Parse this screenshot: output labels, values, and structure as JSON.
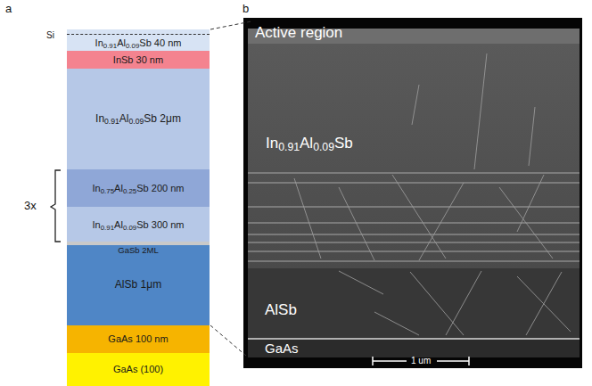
{
  "diagram": {
    "nodes": [
      {
        "text": [
          "In0.91Al0.09Sb 40 nm"
        ]
      },
      {
        "text": [
          "InSb 30 nm"
        ]
      },
      {
        "text": [
          "In0.91Al0.09Sb 2μm"
        ]
      },
      {
        "text": [
          "In0.75Al0.25Sb 200 nm"
        ]
      },
      {
        "text": [
          "In0.91Al0.09Sb 300 nm"
        ]
      },
      {
        "text": [
          "GaSb 2ML"
        ]
      },
      {
        "text": [
          "AlSb 1μm"
        ]
      },
      {
        "text": [
          "GaAs 100 nm"
        ]
      },
      {
        "text": [
          "GaAs (100)"
        ]
      }
    ],
    "labels": [
      "a",
      "b",
      "Si",
      "3x",
      "Active region",
      "In0.91Al0.09Sb",
      "AlSb",
      "GaAs",
      "1 um"
    ]
  }
}
